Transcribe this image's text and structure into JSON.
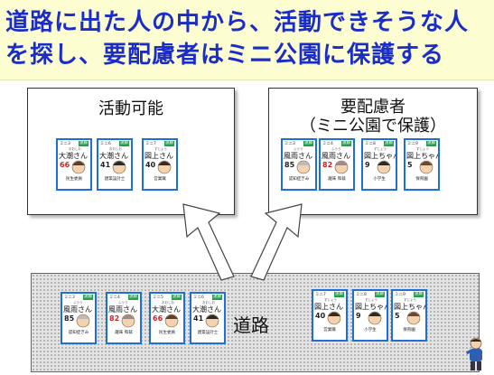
{
  "header": {
    "line1": "道路に出た人の中から、活動できそうな人",
    "line2": "を探し、要配慮者はミニ公園に保護する"
  },
  "boxes": {
    "active_label": "活動可能",
    "needs_label_1": "要配慮者",
    "needs_label_2": "（ミニ公園で保護）"
  },
  "road": {
    "label": "道路"
  },
  "cards": {
    "c1": {
      "id": "ミニ3",
      "tag": "遠藤",
      "kana": "おおしお",
      "name": "大潮さん",
      "age": "66",
      "role": "民生委員"
    },
    "c2": {
      "id": "ミニ6",
      "tag": "遠藤",
      "kana": "おおしお",
      "name": "大潮さん",
      "age": "41",
      "role": "建築設計士"
    },
    "c3": {
      "id": "ミニ7",
      "tag": "遠藤",
      "kana": "ずじょう",
      "name": "図上さん",
      "age": "40",
      "role": "営業職"
    },
    "c4": {
      "id": "ミニ3",
      "tag": "遠藤",
      "kana": "ふうう",
      "name": "風雨さん",
      "age": "85",
      "role": "認知症ぎみ"
    },
    "c5": {
      "id": "ミニ4",
      "tag": "遠藤",
      "kana": "ふうう",
      "name": "風雨さん",
      "age": "82",
      "role": "趣味 和裁"
    },
    "c6": {
      "id": "ミニ8",
      "tag": "遠藤",
      "kana": "ずじょう",
      "name": "図上ちゃん",
      "age": "9",
      "role": "小学生"
    },
    "c7": {
      "id": "ミニ9",
      "tag": "遠藤",
      "kana": "ずじょう",
      "name": "図上ちゃん",
      "age": "5",
      "role": "保育園"
    },
    "r1": {
      "id": "ミニ3",
      "tag": "遠藤",
      "kana": "ふうう",
      "name": "風雨さん",
      "age": "85",
      "role": "認知症ぎみ"
    },
    "r2": {
      "id": "ミニ4",
      "tag": "遠藤",
      "kana": "ふうう",
      "name": "風雨さん",
      "age": "82",
      "role": "趣味 和裁"
    },
    "r3": {
      "id": "ミニ5",
      "tag": "遠藤",
      "kana": "おおしお",
      "name": "大潮さん",
      "age": "66",
      "role": "民生委員"
    },
    "r4": {
      "id": "ミニ6",
      "tag": "遠藤",
      "kana": "おおしお",
      "name": "大潮さん",
      "age": "41",
      "role": "建築設計士"
    },
    "r5": {
      "id": "ミニ7",
      "tag": "遠藤",
      "kana": "ずじょう",
      "name": "図上さん",
      "age": "40",
      "role": "営業職"
    },
    "r6": {
      "id": "ミニ8",
      "tag": "遠藤",
      "kana": "ずじょう",
      "name": "図上ちゃん",
      "age": "9",
      "role": "小学生"
    },
    "r7": {
      "id": "ミニ9",
      "tag": "遠藤",
      "kana": "ずじょう",
      "name": "図上ちゃん",
      "age": "5",
      "role": "保育園"
    }
  },
  "colors": {
    "title": "#1a2cc9",
    "card_border": "#1e6fd6",
    "age_red": "#d42020",
    "age_dark": "#222222"
  }
}
